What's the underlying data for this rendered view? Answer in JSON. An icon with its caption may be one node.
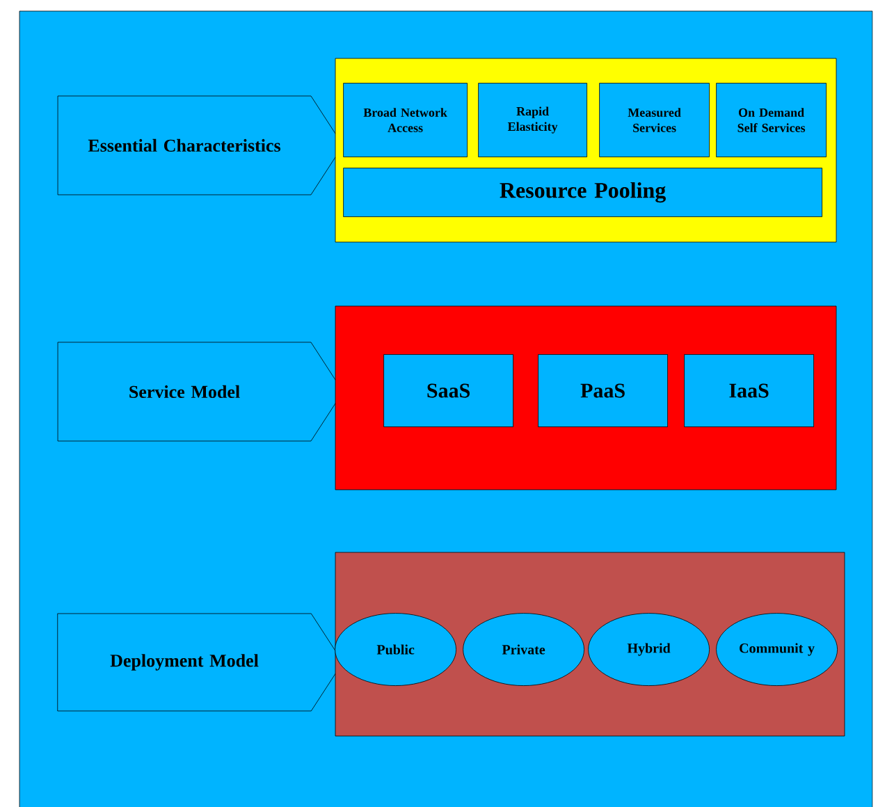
{
  "diagram": {
    "nodes": [
      {
        "text": [
          "Essential Characteristics"
        ]
      },
      {
        "text": [],
        "shape": "box"
      },
      {
        "text": [
          "Broad Network Access"
        ],
        "in": 1
      },
      {
        "text": [
          "Rapid Elasticity"
        ],
        "in": 1
      },
      {
        "text": [
          "Measured Services"
        ],
        "in": 1
      },
      {
        "text": [
          "On Demand Self Services"
        ],
        "in": 1
      },
      {
        "text": [
          "Resource Pooling"
        ],
        "in": 1
      },
      {
        "text": [
          "Service Model"
        ]
      },
      {
        "text": [],
        "shape": "box"
      },
      {
        "text": [
          "SaaS"
        ],
        "in": 8
      },
      {
        "text": [
          "PaaS"
        ],
        "in": 8
      },
      {
        "text": [
          "IaaS"
        ],
        "in": 8
      },
      {
        "text": [
          "Deployment Model"
        ]
      },
      {
        "text": [],
        "shape": "box"
      },
      {
        "text": [
          "Public"
        ],
        "in": 13
      },
      {
        "text": [
          "Private"
        ],
        "in": 13
      },
      {
        "text": [
          "Hybrid"
        ],
        "in": 13
      },
      {
        "text": [
          "Communit y"
        ],
        "in": 13
      }
    ]
  }
}
